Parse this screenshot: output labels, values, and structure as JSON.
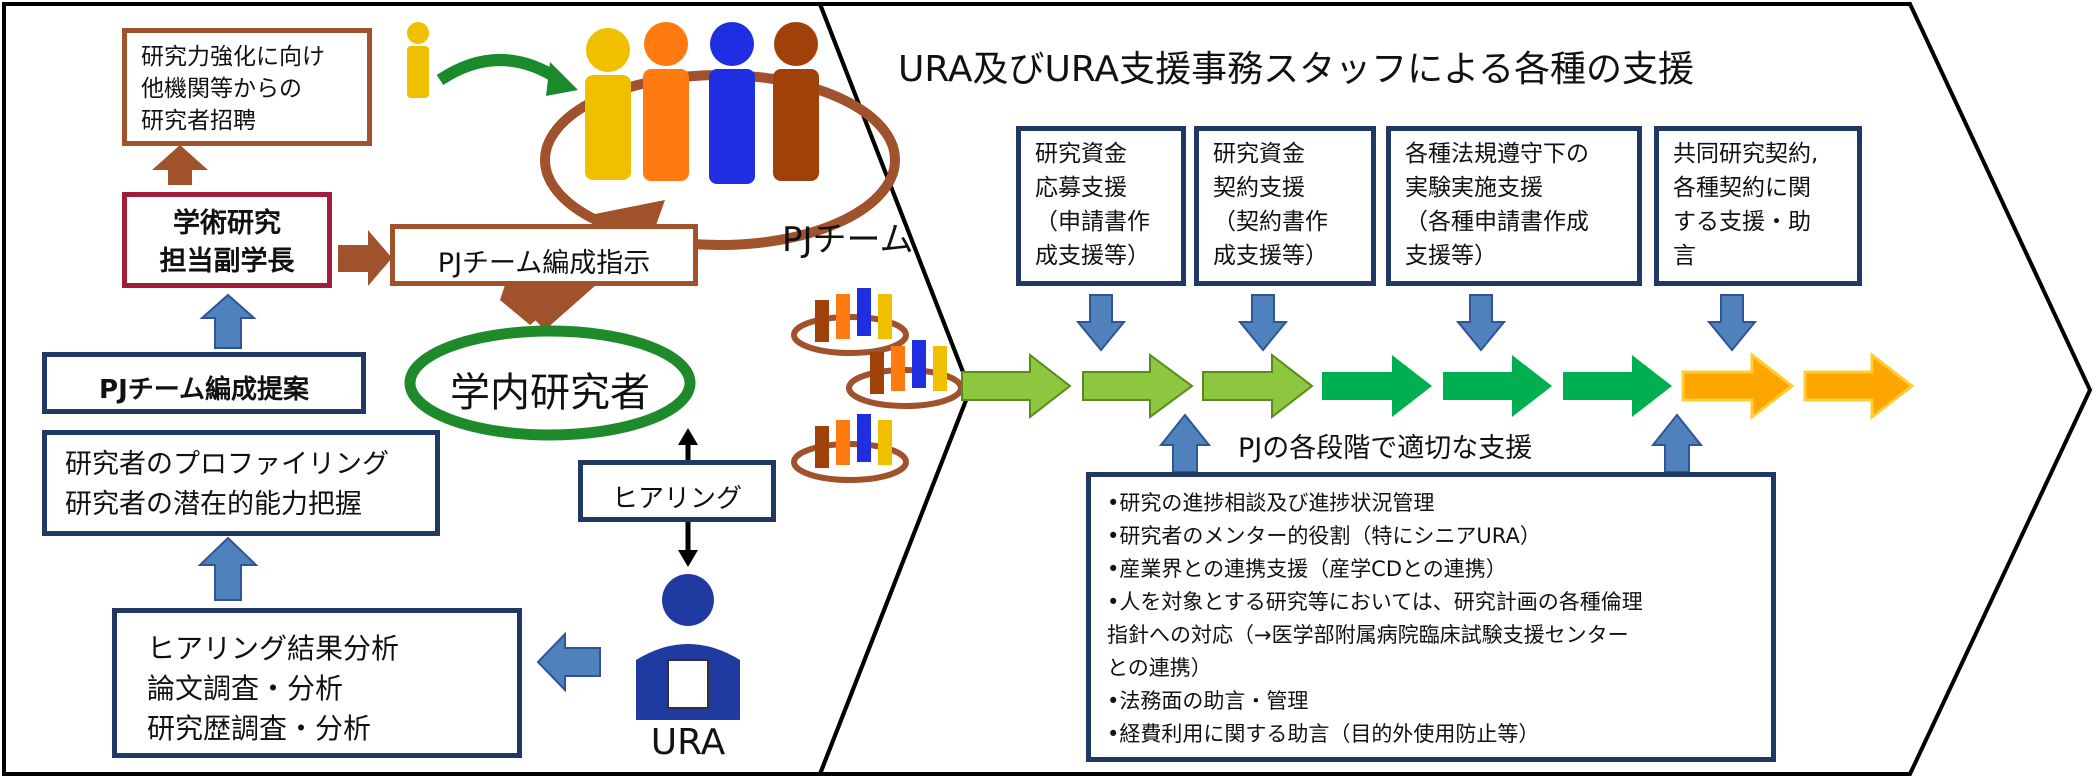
{
  "colors": {
    "navy": "#1f3864",
    "brown": "#a0522d",
    "crimson": "#a01e3c",
    "green_light": "#8dc63f",
    "green": "#00b050",
    "orange": "#ffa500",
    "blue_arrow": "#4f81bd"
  },
  "left": {
    "recruit_box": "研究力強化に向け\n他機関等からの\n研究者招聘",
    "vp_box": "学術研究\n担当副学長",
    "pj_instruction": "PJチーム編成指示",
    "pj_proposal": "PJチーム編成提案",
    "profiling": "研究者のプロファイリング\n研究者の潜在的能力把握",
    "in_house_researchers": "学内研究者",
    "hearing": "ヒアリング",
    "analysis": "ヒアリング結果分析\n論文調査・分析\n研究歴調査・分析",
    "ura_label": "URA",
    "pj_team_label": "PJチーム"
  },
  "right": {
    "title": "URA及びURA支援事務スタッフによる各種の支援",
    "top_boxes": [
      "研究資金\n応募支援\n（申請書作\n成支援等）",
      "研究資金\n契約支援\n（契約書作\n成支援等）",
      "各種法規遵守下の\n実験実施支援\n（各種申請書作成\n支援等）",
      "共同研究契約,\n各種契約に関\nする支援・助\n言"
    ],
    "stage_caption": "PJの各段階で適切な支援",
    "bottom_list": [
      "•研究の進捗相談及び進捗状況管理",
      "•研究者のメンター的役割（特にシニアURA）",
      "•産業界との連携支援（産学CDとの連携）",
      "•人を対象とする研究等においては、研究計画の各種倫理",
      "指針への対応（→医学部附属病院臨床試験支援センター",
      "との連携）",
      "•法務面の助言・管理",
      "•経費利用に関する助言（目的外使用防止等）"
    ]
  }
}
